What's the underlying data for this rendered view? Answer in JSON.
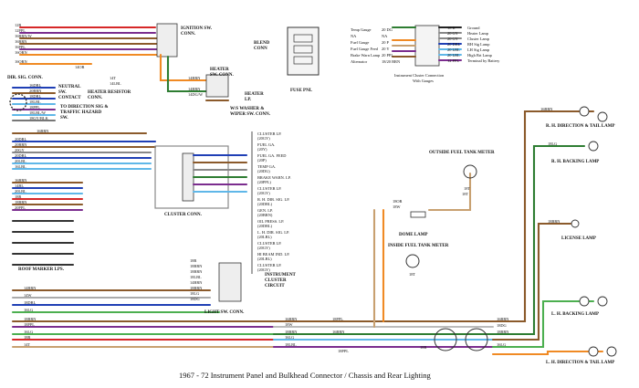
{
  "caption": "1967 - 72 Instrument Panel and Bulkhead Connector / Chassis and Rear Lighting",
  "components": {
    "ignition_sw": [
      "IGNITION SW.",
      "CONN."
    ],
    "blend_conn": [
      "BLEND",
      "CONN"
    ],
    "fuse_pnl": "FUSE PNL",
    "heater_sw": [
      "HEATER",
      "SW. CONN."
    ],
    "dir_sig": "DIR. SIG. CONN.",
    "neutral": [
      "NEUTRAL",
      "SW.",
      "CONTACT"
    ],
    "heater_resistor": [
      "HEATER RESISTOR",
      "CONN."
    ],
    "traffic": [
      "TO DIRECTION SIG &",
      "TRAFFIC HAZARD",
      "SW."
    ],
    "heater_lp": [
      "HEATER",
      "LP."
    ],
    "ww_switch": [
      "W/S WASHER &",
      "WIPER SW. CONN."
    ],
    "cluster_conn": "CLUSTER CONN.",
    "roof_marker": "ROOF MARKER LPS.",
    "light_sw": "LIGHT SW. CONN.",
    "inst_circuit": [
      "INSTRUMENT",
      "CLUSTER",
      "CIRCUIT"
    ],
    "dome_lamp": "DOME LAMP",
    "outside_tank": "OUTSIDE FUEL TANK METER",
    "inside_tank": "INSIDE FUEL TANK METER",
    "license_lamp": "LICENSE LAMP",
    "rh_dir_tail": "R. H. DIRECTION & TAIL LAMP",
    "rh_backing": "R. H. BACKING LAMP",
    "lh_backing": "L. H. BACKING LAMP",
    "lh_dir_tail": "L. H. DIRECTION & TAIL LAMP"
  },
  "cluster_labels": [
    [
      "CLUSTER LP.",
      "(20GY)"
    ],
    [
      "FUEL GA.",
      "(20Y)"
    ],
    [
      "FUEL GA. FEED",
      "(20P)"
    ],
    [
      "TEMP GA.",
      "(20DG)"
    ],
    [
      "BRAKE WARN. LP.",
      "(20PPL)"
    ],
    [
      "CLUSTER LP.",
      "(20GY)"
    ],
    [
      "R. H. DIR. SIG. LP.",
      "(20DBL)"
    ],
    [
      "GEN. LP.",
      "(20BRN)"
    ],
    [
      "OIL PRESS. LP.",
      "(20DBL)"
    ],
    [
      "L. H. DIR. SIG. LP.",
      "(20LBL)"
    ],
    [
      "CLUSTER LP.",
      "(20GY)"
    ],
    [
      "HI BEAM IND. LP.",
      "(20LBL)"
    ],
    [
      "CLUSTER LP.",
      "(20GY)"
    ]
  ],
  "gauge_legend": {
    "left": [
      [
        "Temp Gauge",
        "20 DG"
      ],
      [
        "NA",
        "NA"
      ],
      [
        "Fuel Gauge",
        "20 P"
      ],
      [
        "Fuel Gauge Feed",
        "20 Y"
      ],
      [
        "Brake Warn Lamp",
        "20 PPL"
      ],
      [
        "Alternator",
        "18/20 BRN"
      ]
    ],
    "right": [
      [
        "18 B",
        "Ground"
      ],
      [
        "20 GY",
        "Heater Lamp"
      ],
      [
        "20 GY",
        "Cluster Lamp"
      ],
      [
        "20 DBL",
        "RH Sig Lamp"
      ],
      [
        "20 LBL",
        "LH Sig Lamp"
      ],
      [
        "20 LBL",
        "High Brt Lamp"
      ],
      [
        "12 PPL",
        "Terminal by Battery"
      ]
    ],
    "caption": [
      "Instrument Cluster Connection",
      "With Gauges"
    ]
  },
  "wire_labels": {
    "top_left": [
      "12R",
      "12PPL",
      "16BRN/W",
      "16BRN",
      "16PPL",
      "16ORN",
      "16ORN"
    ],
    "mid_left": [
      "16DBL",
      "20BRN",
      "18DBL",
      "18LBL",
      "18PPL",
      "18LBL/W",
      "18GY/BLK"
    ],
    "lower_left": [
      "16BRN",
      "20DBL",
      "20BRN",
      "20GY",
      "20DBL",
      "20LBL",
      "16LBL",
      "16BRN",
      "14BL",
      "20LBL",
      "18R",
      "18BRN",
      "20PPL"
    ],
    "bottom_left": [
      "14BRN",
      "14W",
      "18DBL",
      "16LG",
      "18BRN",
      "18PPL",
      "16LG",
      "18R",
      "14T"
    ],
    "bulkhead": [
      "18R",
      "18BRN",
      "18BRN",
      "18LBL",
      "14BRN",
      "18BRN",
      "18LG",
      "18DG"
    ],
    "chassis": [
      "16BRN",
      "18W",
      "18BRN",
      "16LG",
      "18LBL",
      "18PPL",
      "16BRN"
    ],
    "rear": [
      "16BRN",
      "18DG",
      "18BRN",
      "16LG",
      "16BRN",
      "18LG",
      "18BRN",
      "18PPL",
      "18T",
      "18R"
    ],
    "heater": [
      "14OR",
      "14T",
      "14LBL",
      "14BRN",
      "14BRN",
      "14DG/W"
    ],
    "tank": [
      "18OR",
      "18W",
      "18T",
      "18T"
    ]
  }
}
